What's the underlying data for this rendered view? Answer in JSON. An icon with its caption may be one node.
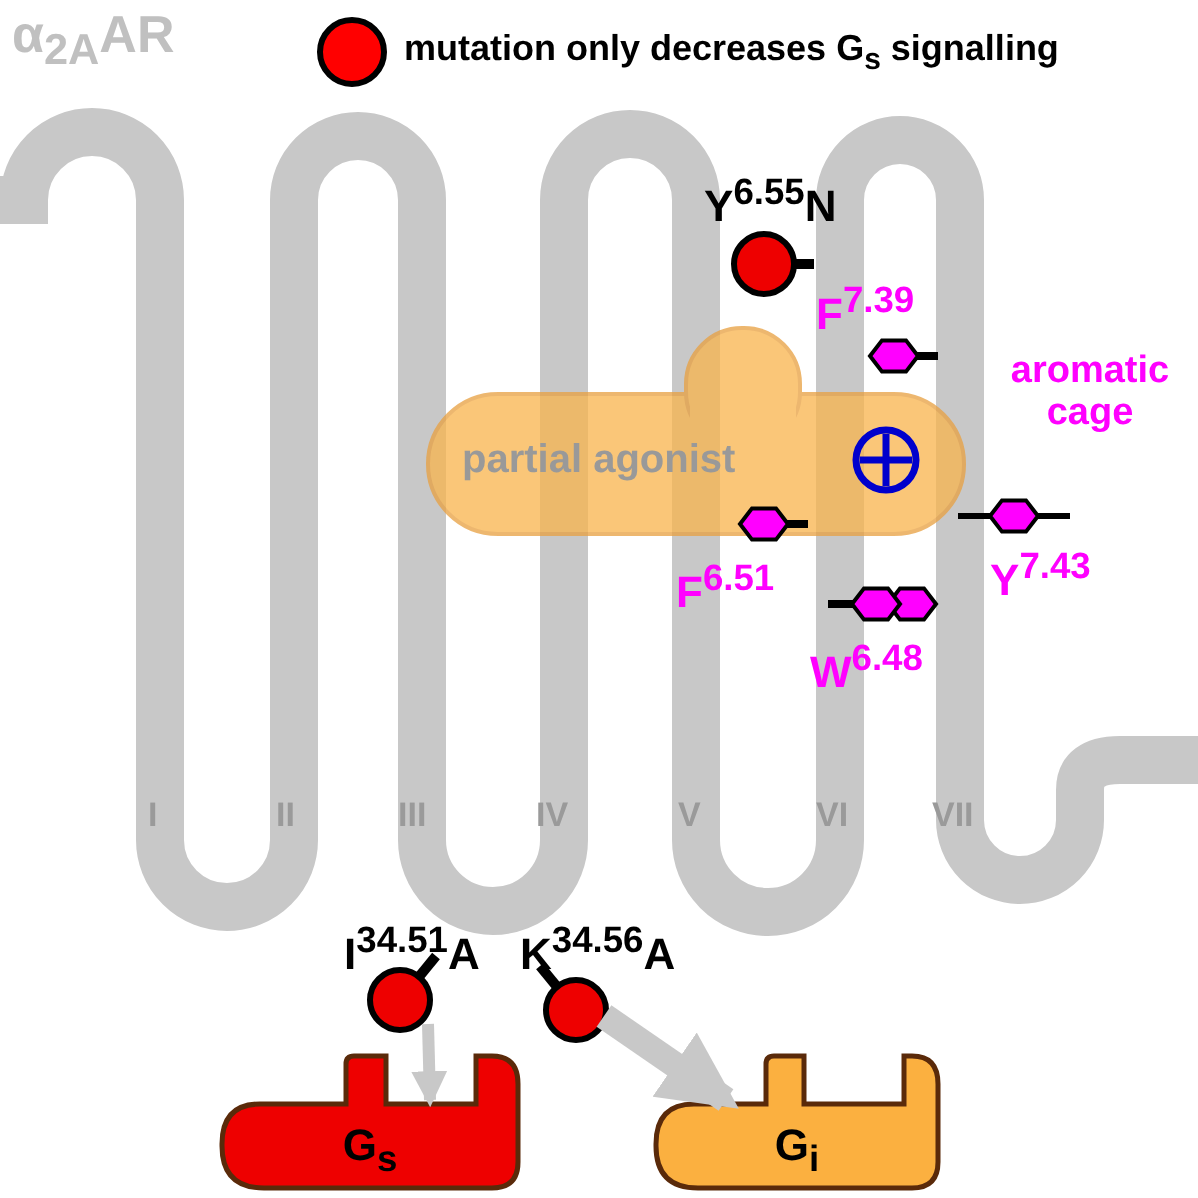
{
  "diagram": {
    "title": "α$_{2A}$AR",
    "nodes": [
      {
        "text": [
          "partial agonist"
        ]
      },
      {
        "text": [],
        "shape": "circle",
        "beside": [
          "Y$^{6.55}$N"
        ]
      },
      {
        "text": [],
        "shape": "hexagon",
        "beside": [
          "F$^{7.39}$"
        ]
      },
      {
        "text": [],
        "shape": "hexagon",
        "beside": [
          "F$^{6.51}$"
        ]
      },
      {
        "text": [],
        "shape": "hexagon",
        "beside": [
          "Y$^{7.43}$"
        ]
      },
      {
        "text": [],
        "shape": "hexagon",
        "beside": [
          "W$^{6.48}$"
        ]
      },
      {
        "text": [],
        "shape": "circle",
        "beside": [
          "I$^{34.51}$A"
        ]
      },
      {
        "text": [],
        "shape": "circle",
        "beside": [
          "K$^{34.56}$A"
        ]
      },
      {
        "text": [
          "G$_{s}$"
        ]
      },
      {
        "text": [
          "G$_{i}$"
        ]
      }
    ],
    "edges": [
      {
        "from": 6,
        "to": 8,
        "arrow": "to"
      },
      {
        "from": 7,
        "to": 9,
        "arrow": "to",
        "style": "thick"
      }
    ],
    "labels": [
      "aromatic cage",
      "I",
      "II",
      "III",
      "IV",
      "V",
      "VI",
      "VII"
    ],
    "legend": [
      {
        "text": "mutation only decreases G$_{s}$ signalling"
      }
    ]
  }
}
